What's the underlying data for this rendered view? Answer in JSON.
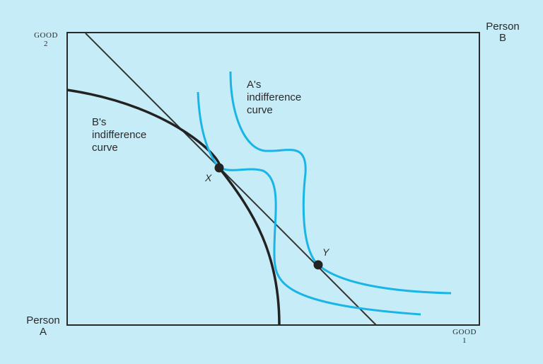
{
  "colors": {
    "background": "#c6ecf8",
    "frame": "#2a2a2a",
    "a_indifference": "#19b5e6",
    "b_indifference": "#222222",
    "price_line": "#333333",
    "points": "#222222"
  },
  "labels": {
    "good2_line1": "GOOD",
    "good2_line2": "2",
    "good1_line1": "GOOD",
    "good1_line2": "1",
    "person_a_line1": "Person",
    "person_a_line2": "A",
    "person_b_line1": "Person",
    "person_b_line2": "B",
    "a_curve": [
      "A's",
      "indifference",
      "curve"
    ],
    "b_curve": [
      "B's",
      "indifference",
      "curve"
    ],
    "point_x": "X",
    "point_y": "Y"
  }
}
